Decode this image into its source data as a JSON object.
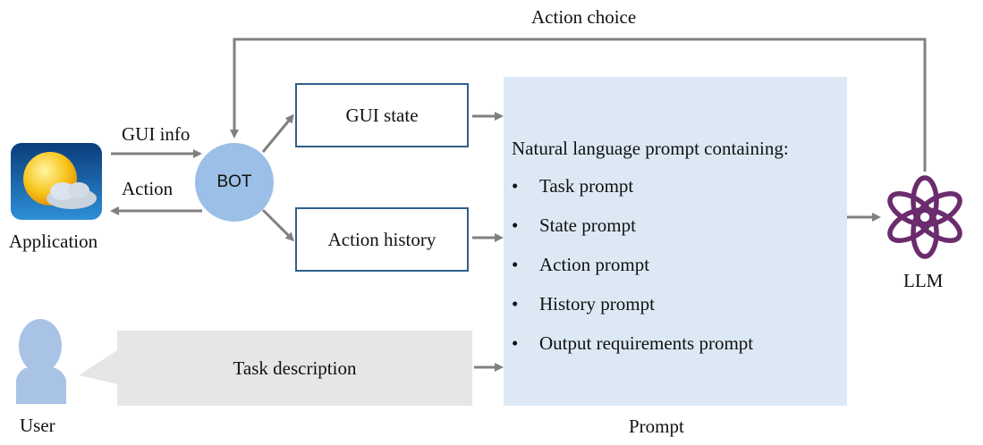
{
  "labels": {
    "action_choice": "Action choice",
    "gui_info": "GUI info",
    "action": "Action",
    "application": "Application",
    "user": "User",
    "llm": "LLM",
    "prompt": "Prompt"
  },
  "bot": {
    "label": "BOT"
  },
  "boxes": {
    "gui_state": "GUI state",
    "action_history": "Action history"
  },
  "task_description": "Task description",
  "prompt_panel": {
    "title": "Natural language prompt containing:",
    "items": [
      "Task prompt",
      "State prompt",
      "Action prompt",
      "History prompt",
      "Output requirements prompt"
    ]
  },
  "icons": {
    "application": "weather-app-icon",
    "user": "user-silhouette-icon",
    "llm": "openai-logo-icon"
  },
  "colors": {
    "arrow": "#808080",
    "box_border": "#2f5f8a",
    "bot_fill": "#9bbfe6",
    "prompt_fill": "#dce9f5",
    "bubble_fill": "#e6e6e6",
    "llm_logo": "#6b2c6e",
    "user_fill": "#a9c3e6"
  }
}
